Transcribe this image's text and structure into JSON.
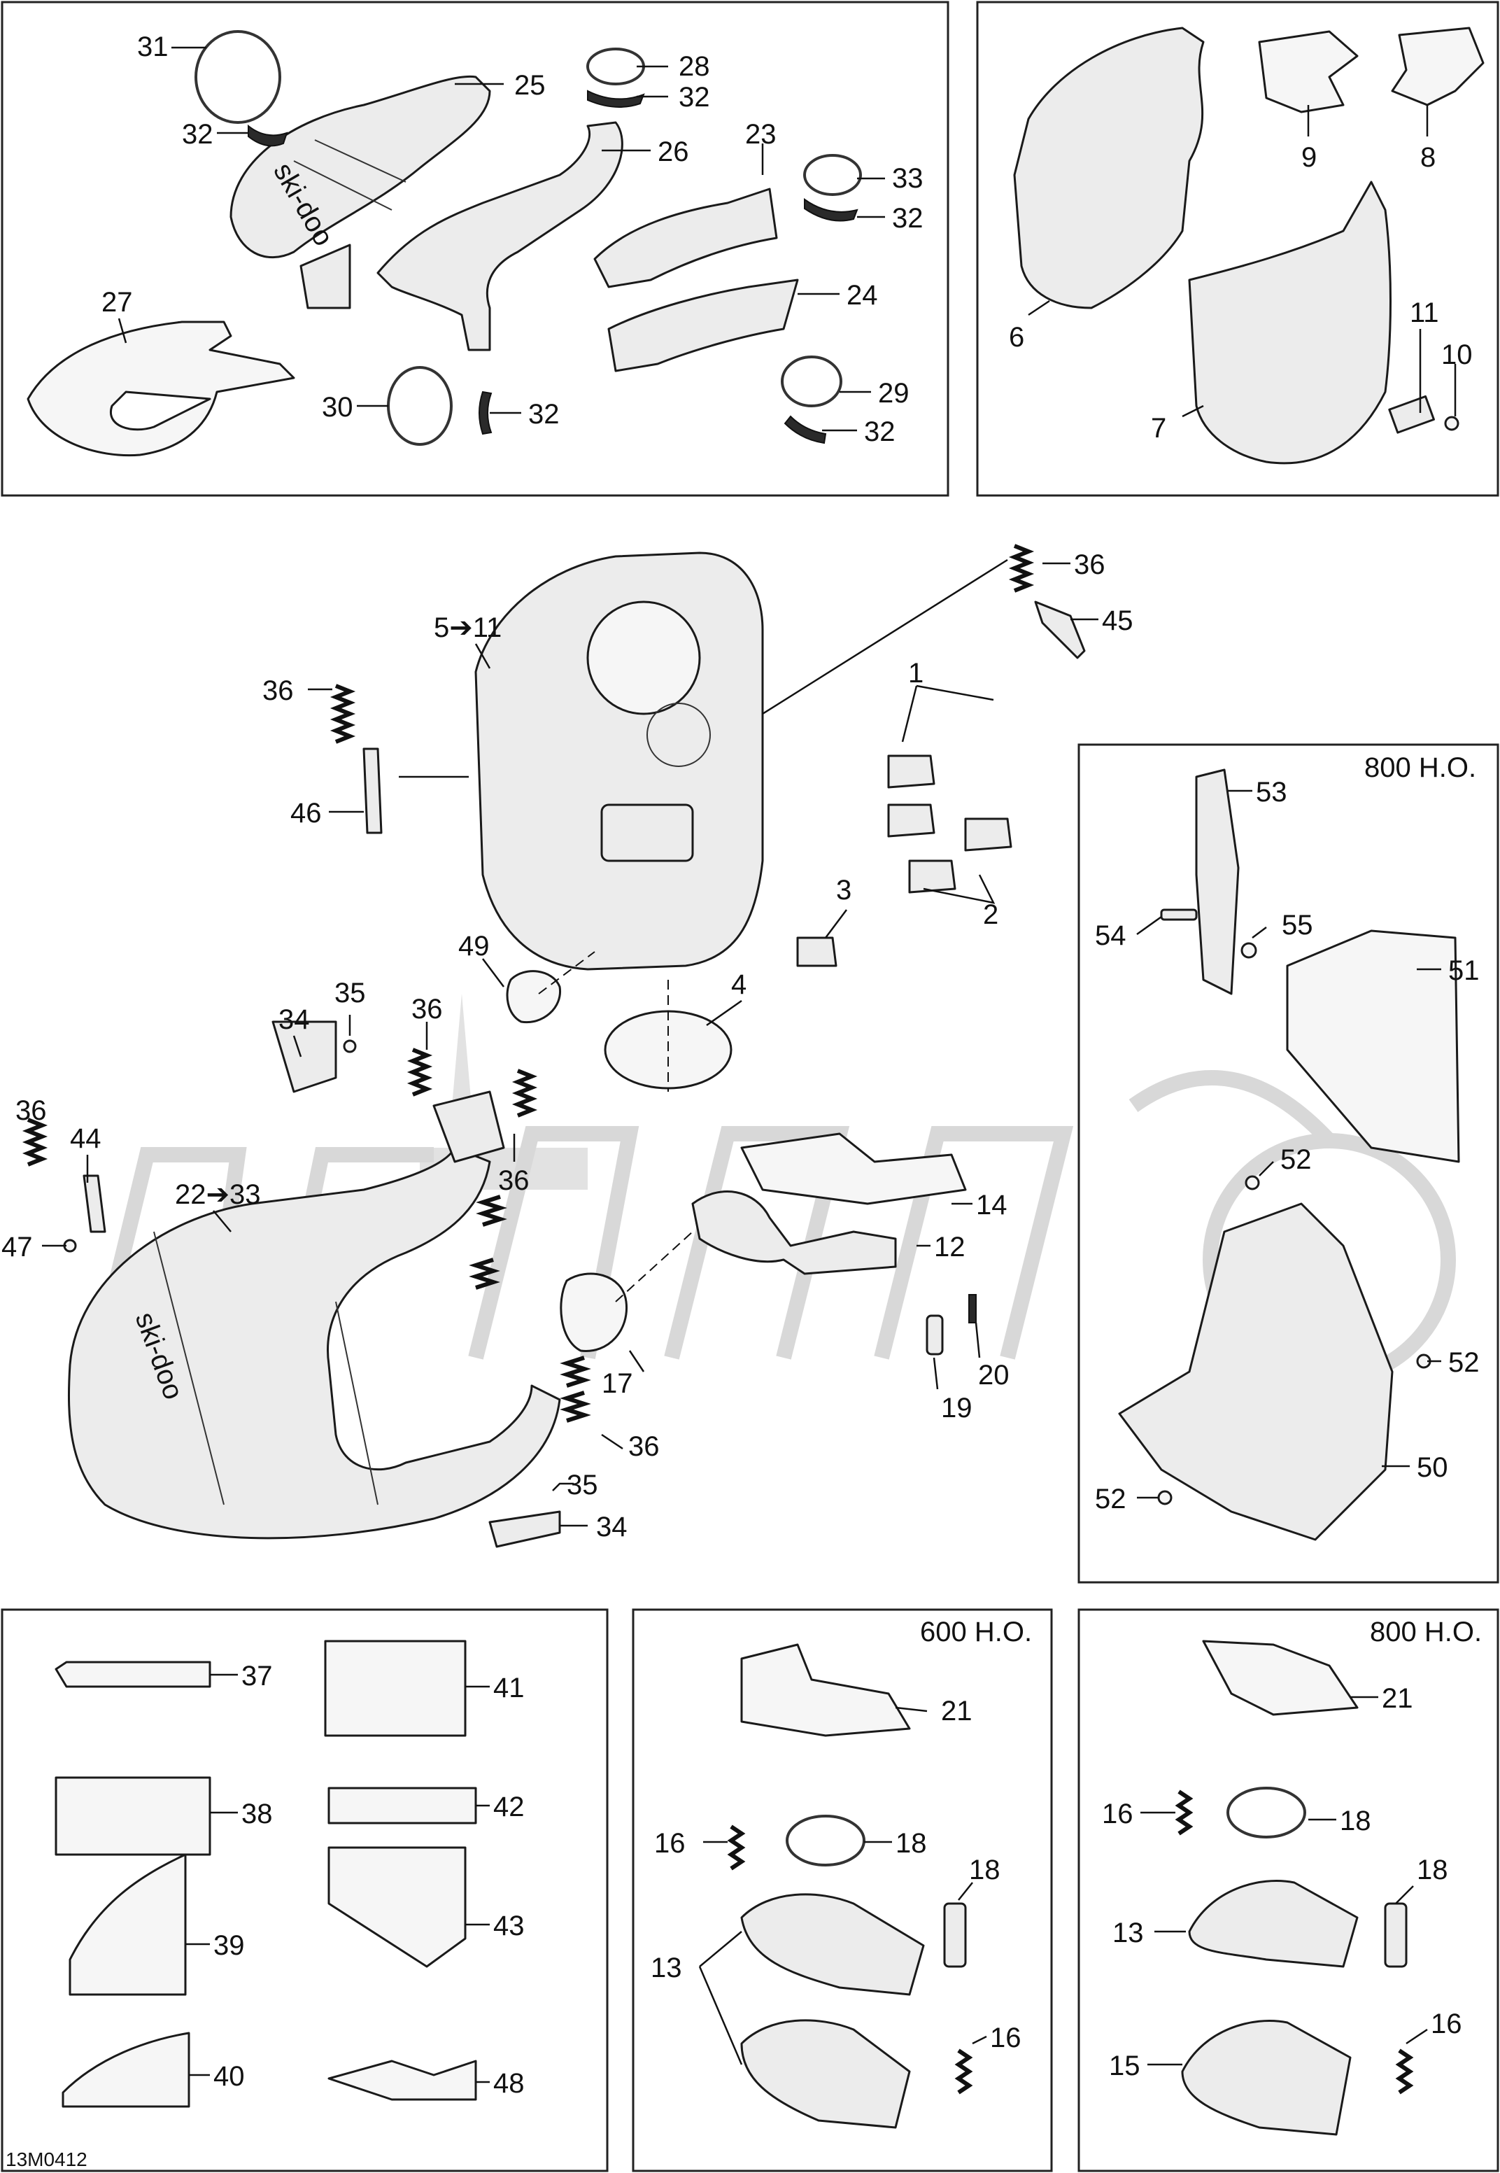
{
  "panels": {
    "variant_top_right": "800 H.O.",
    "variant_bottom_middle": "600 H.O.",
    "variant_bottom_right": "800 H.O."
  },
  "callouts": {
    "c31": "31",
    "c25": "25",
    "c32a": "32",
    "c28": "28",
    "c32b": "32",
    "c23": "23",
    "c26": "26",
    "c33a": "33",
    "c32c": "32",
    "c27": "27",
    "c24": "24",
    "c30": "30",
    "c32d": "32",
    "c29": "29",
    "c32e": "32",
    "c9": "9",
    "c8": "8",
    "c6": "6",
    "c11a": "11",
    "c10": "10",
    "c7": "7",
    "c36a": "36",
    "c45": "45",
    "c5to11": "5➔11",
    "c36b": "36",
    "c1": "1",
    "c46": "46",
    "c2": "2",
    "c3": "3",
    "c49": "49",
    "c4": "4",
    "c35a": "35",
    "c34a": "34",
    "c36c": "36",
    "c36d": "36",
    "c44": "44",
    "c36e": "36",
    "c22to33": "22➔33",
    "c47": "47",
    "c14": "14",
    "c12": "12",
    "c17": "17",
    "c20": "20",
    "c19": "19",
    "c36f": "36",
    "c35b": "35",
    "c34b": "34",
    "c53": "53",
    "c54": "54",
    "c55": "55",
    "c51": "51",
    "c52a": "52",
    "c52b": "52",
    "c50": "50",
    "c52c": "52",
    "c37": "37",
    "c41": "41",
    "c38": "38",
    "c42": "42",
    "c39": "39",
    "c43": "43",
    "c40": "40",
    "c48": "48",
    "c21a": "21",
    "c16a": "16",
    "c18a": "18",
    "c18b": "18",
    "c13a": "13",
    "c16b": "16",
    "c21b": "21",
    "c16c": "16",
    "c18c": "18",
    "c18d": "18",
    "c13b": "13",
    "c15": "15",
    "c16d": "16"
  },
  "brand_decal": "ski-doo",
  "figure_code": "13M0412"
}
